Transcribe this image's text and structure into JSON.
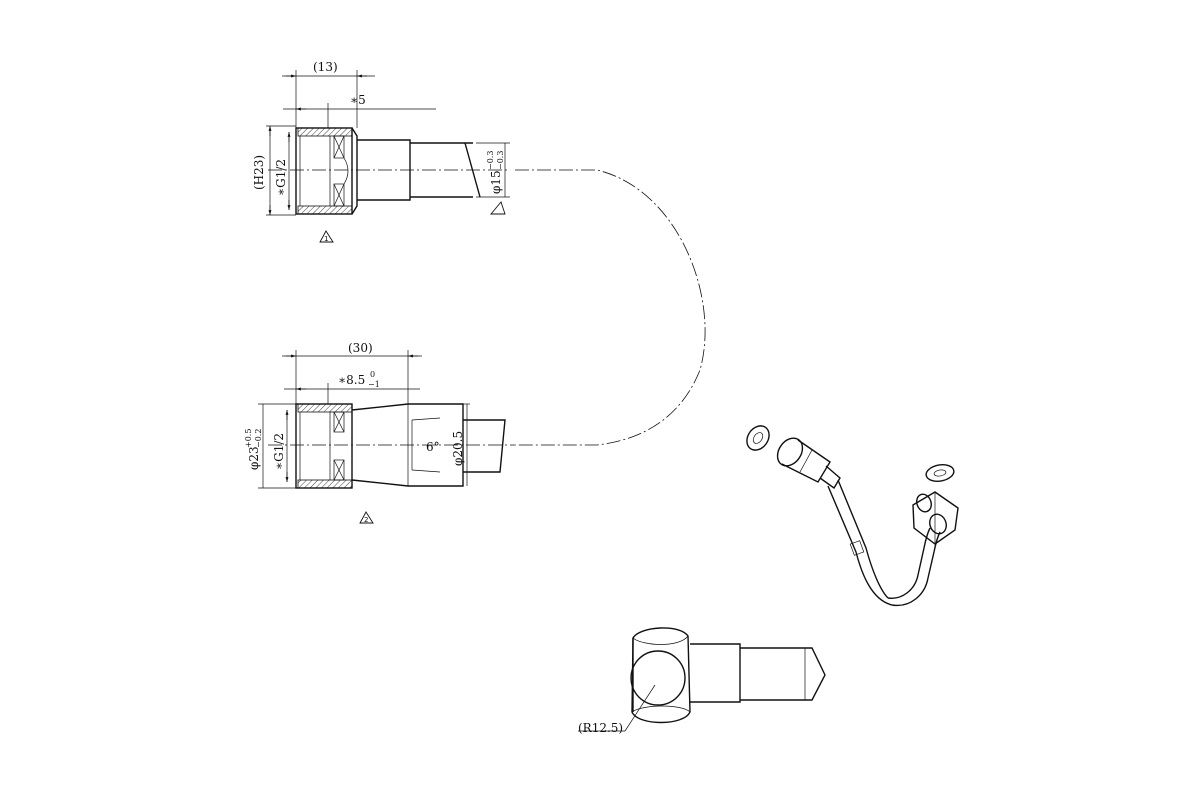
{
  "fitting1": {
    "dim_length": "(13)",
    "dim_depth": "∗5",
    "dim_height": "(H23)",
    "dim_thread": "∗G1/2",
    "dim_tube_base": "φ15",
    "dim_tube_upper": "−0.3",
    "dim_tube_lower": "−0.3",
    "marker": "1"
  },
  "fitting2": {
    "dim_length": "(30)",
    "dim_depth_base": "∗8.5",
    "dim_depth_upper": "0",
    "dim_depth_lower": "−1",
    "dim_outer_base": "φ23",
    "dim_outer_upper": "+0.5",
    "dim_outer_lower": "−0.2",
    "dim_thread": "∗G1/2",
    "dim_angle": "6°",
    "dim_body": "φ20.5",
    "marker": "2"
  },
  "detail": {
    "dim_radius": "(R12.5)"
  },
  "colors": {
    "line": "#111111",
    "background": "#ffffff"
  }
}
